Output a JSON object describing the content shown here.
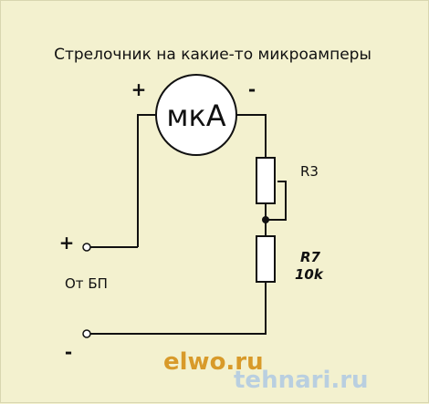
{
  "title": "Стрелочник на какие-то микроамперы",
  "meter": {
    "label": "мкА",
    "plus": "+",
    "minus": "-"
  },
  "resistors": [
    {
      "name": "R3",
      "value": ""
    },
    {
      "name": "R7",
      "value": "10k"
    }
  ],
  "supply": {
    "plus": "+",
    "minus": "-",
    "label": "От БП"
  },
  "watermarks": [
    "elwo.ru",
    "tehnari.ru"
  ],
  "colors": {
    "background": "#f3f1cf",
    "wire": "#111111",
    "watermark_primary": "#d89a2a",
    "watermark_secondary": "#b9cfe0"
  }
}
